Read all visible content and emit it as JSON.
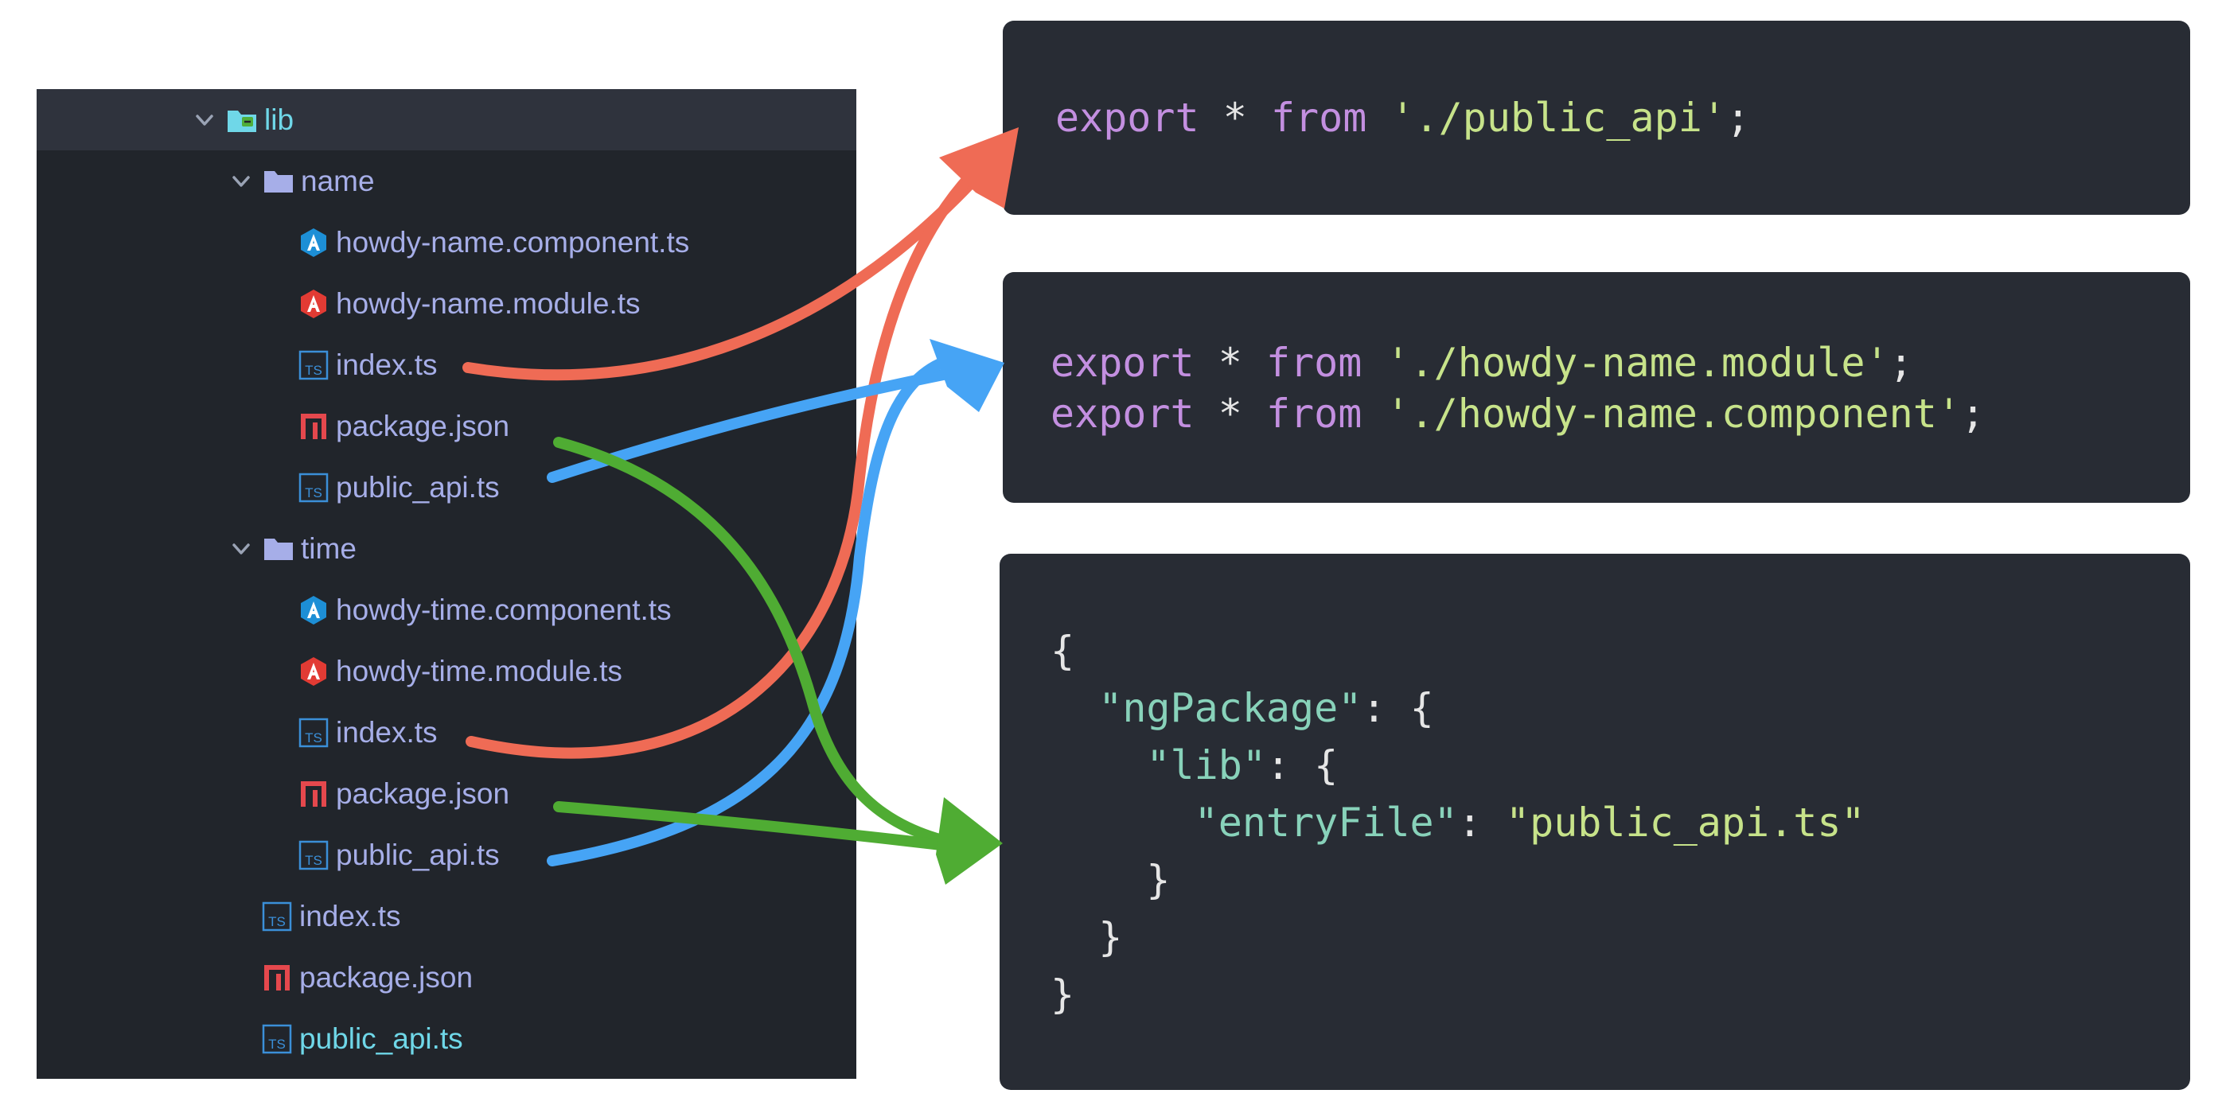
{
  "tree": {
    "items": [
      {
        "label": "lib",
        "kind": "folder-lib",
        "depth": 0,
        "expanded": true,
        "selected": true
      },
      {
        "label": "name",
        "kind": "folder",
        "depth": 1,
        "expanded": true
      },
      {
        "label": "howdy-name.component.ts",
        "kind": "angular-component",
        "depth": 2
      },
      {
        "label": "howdy-name.module.ts",
        "kind": "angular-module",
        "depth": 2
      },
      {
        "label": "index.ts",
        "kind": "typescript",
        "depth": 2
      },
      {
        "label": "package.json",
        "kind": "npm",
        "depth": 2
      },
      {
        "label": "public_api.ts",
        "kind": "typescript",
        "depth": 2
      },
      {
        "label": "time",
        "kind": "folder",
        "depth": 1,
        "expanded": true
      },
      {
        "label": "howdy-time.component.ts",
        "kind": "angular-component",
        "depth": 2
      },
      {
        "label": "howdy-time.module.ts",
        "kind": "angular-module",
        "depth": 2
      },
      {
        "label": "index.ts",
        "kind": "typescript",
        "depth": 2
      },
      {
        "label": "package.json",
        "kind": "npm",
        "depth": 2
      },
      {
        "label": "public_api.ts",
        "kind": "typescript",
        "depth": 2
      },
      {
        "label": "index.ts",
        "kind": "typescript",
        "depth": 1
      },
      {
        "label": "package.json",
        "kind": "npm",
        "depth": 1
      },
      {
        "label": "public_api.ts",
        "kind": "typescript",
        "depth": 1,
        "highlight": true
      }
    ]
  },
  "code_index": {
    "kw": "export",
    "op": " * ",
    "kw2": "from",
    "str": "'./public_api'",
    "end": ";"
  },
  "code_public_api": {
    "line1": {
      "kw": "export",
      "op": " * ",
      "kw2": "from",
      "str": "'./howdy-name.module'",
      "end": ";"
    },
    "line2": {
      "kw": "export",
      "op": " * ",
      "kw2": "from",
      "str": "'./howdy-name.component'",
      "end": ";"
    }
  },
  "code_package": {
    "open": "{",
    "key1": "\"ngPackage\"",
    "sep1": ": {",
    "key2": "\"lib\"",
    "sep2": ": {",
    "key3": "\"entryFile\"",
    "sep3": ": ",
    "val3": "\"public_api.ts\"",
    "close3": "}",
    "close2": "}",
    "close1": "}"
  },
  "colors": {
    "arrow_index": "#ef6b55",
    "arrow_public_api": "#46a4f5",
    "arrow_package": "#4fac33",
    "tree_bg": "#21252b",
    "code_bg": "#282c34"
  }
}
